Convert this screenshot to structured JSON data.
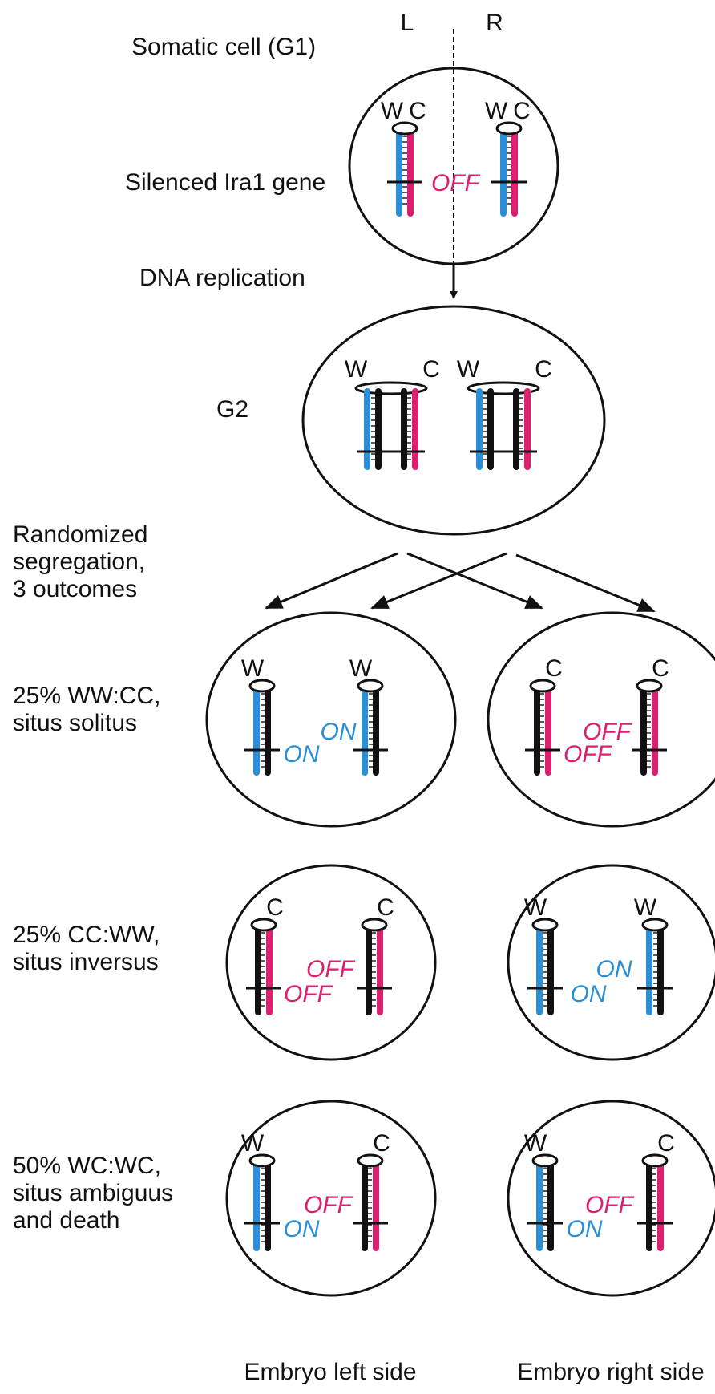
{
  "colors": {
    "watson": "#2a8fd6",
    "crick": "#dc1f6e",
    "ink": "#111111"
  },
  "header": {
    "left": "L",
    "right": "R"
  },
  "labels": {
    "somatic": "Somatic cell (G1)",
    "silenced": "Silenced Ira1 gene",
    "replication": "DNA replication",
    "g2": "G2",
    "segregation": [
      "Randomized",
      "segregation,",
      "3 outcomes"
    ]
  },
  "strand": {
    "W": "W",
    "C": "C",
    "on": "ON",
    "off": "OFF"
  },
  "outcomes": [
    {
      "text": [
        "25% WW:CC,",
        "situs  solitus"
      ]
    },
    {
      "text": [
        "25% CC:WW,",
        "situs inversus"
      ]
    },
    {
      "text": [
        "50%  WC:WC,",
        "situs ambiguus",
        "and death"
      ]
    }
  ],
  "footer": {
    "left": "Embryo left side",
    "right": "Embryo right side"
  }
}
